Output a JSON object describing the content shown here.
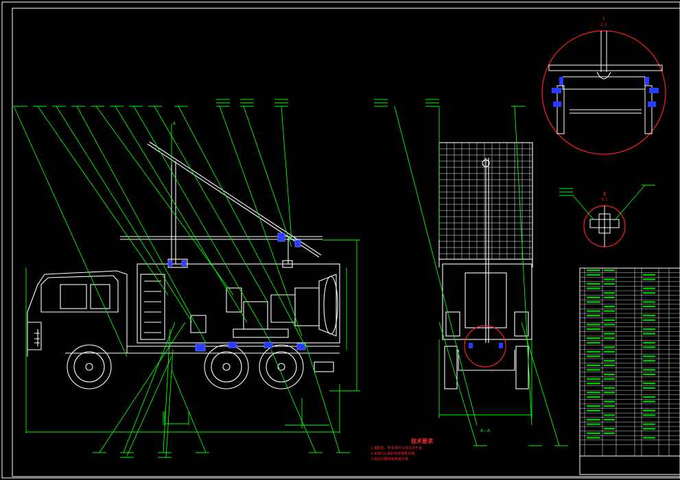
{
  "drawing": {
    "title": "",
    "colors": {
      "background": "#000000",
      "frame": "#ffffff",
      "leader": "#00ff00",
      "outline": "#ffffff",
      "accent_blue": "#2b3cff",
      "accent_red": "#ff2020",
      "dimension": "#00ff00",
      "label": "#00ff00"
    }
  },
  "technical_notes": {
    "title": "技术要求",
    "lines": [
      "1.装配前，所有零件均须清洗干净。",
      "2.采用CO₂保护焊焊接各焊缝。",
      "3.焊后打磨焊缝使其光滑。"
    ]
  },
  "section_labels": {
    "detail_top": "Ⅰ",
    "detail_top_ratio": "2:1",
    "detail_small": "Ⅱ",
    "detail_small_ratio": "5:1",
    "view_label": "A",
    "section_label": "A—A"
  }
}
